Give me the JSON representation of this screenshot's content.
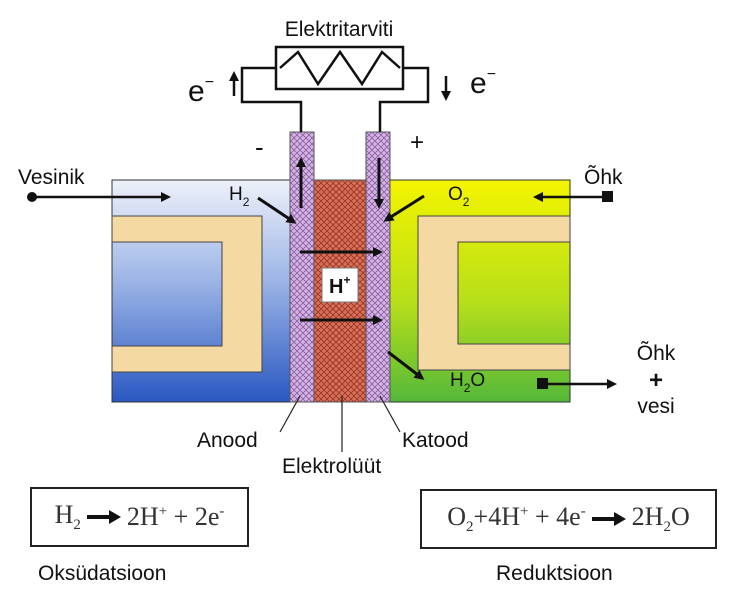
{
  "labels": {
    "load": "Elektritarviti",
    "electron_left": "e",
    "electron_right": "e",
    "electron_sup": "−",
    "minus": "-",
    "plus": "+",
    "hydrogen_in": "Vesinik",
    "air_in": "Õhk",
    "h2": "H",
    "h2_sub": "2",
    "o2": "O",
    "o2_sub": "2",
    "h_plus": "H",
    "h_plus_sup": "+",
    "h2o": "H",
    "h2o_sub": "2",
    "h2o_tail": "O",
    "air_out_1": "Õhk",
    "air_out_2": "+",
    "air_out_3": "vesi",
    "anode": "Anood",
    "electrolyte": "Elektrolüüt",
    "cathode": "Katood"
  },
  "equations": {
    "oxidation": {
      "lhs": "H",
      "lhs_sub": "2",
      "rhs_a": "2H",
      "rhs_a_sup": "+",
      "rhs_b": " + 2e",
      "rhs_b_sup": "-"
    },
    "reduction": {
      "a": "O",
      "a_sub": "2",
      "b": "+4H",
      "b_sup": "+",
      "c": " + 4e",
      "c_sup": "-",
      "d": "2H",
      "d_sub": "2",
      "e": "O"
    }
  },
  "captions": {
    "oxidation": "Oksüdatsioon",
    "reduction": "Reduktsioon"
  },
  "colors": {
    "hydrogen_side_top": "#e4e9f7",
    "hydrogen_side_bottom": "#2f5fc4",
    "air_side_top": "#f2f200",
    "air_side_bottom": "#5fbf3a",
    "plate": "#f4d9a3",
    "electrode": "#c9a8d8",
    "electrolyte": "#c85a45"
  }
}
